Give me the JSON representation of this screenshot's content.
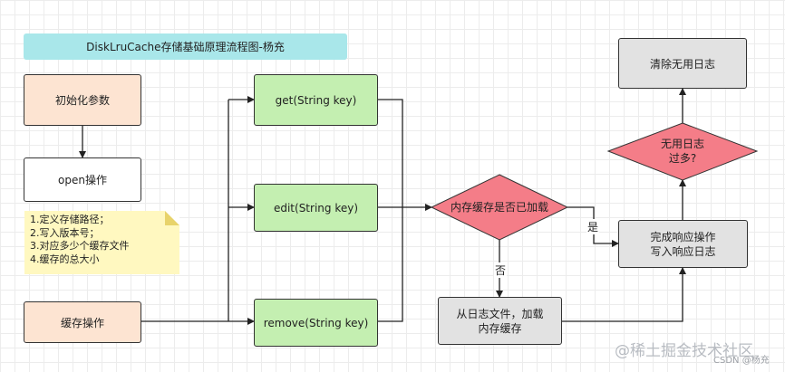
{
  "title": "DiskLruCache存储基础原理流程图-杨充",
  "nodes": {
    "init_params": "初始化参数",
    "open_op": "open操作",
    "cache_op": "缓存操作",
    "get": "get(String key)",
    "edit": "edit(String key)",
    "remove": "remove(String key)",
    "check_loaded": "内存缓存是否已加载",
    "load_from_log": [
      "从日志文件，加载",
      "内存缓存"
    ],
    "complete_response": [
      "完成响应操作",
      "写入响应日志"
    ],
    "too_many_logs": [
      "无用日志",
      "过多?"
    ],
    "clear_logs": "清除无用日志"
  },
  "note_lines": [
    "1.定义存储路径；",
    "2.写入版本号；",
    "3.对应多少个缓存文件",
    "4.缓存的总大小"
  ],
  "edge_labels": {
    "yes": "是",
    "no": "否"
  },
  "watermarks": {
    "main": "@稀土掘金技术社区",
    "csdn": "CSDN @杨充"
  },
  "colors": {
    "title_bg": "#a9e7ea",
    "peach": "#fde4d2",
    "green": "#c4efb1",
    "diamond": "#f47d88",
    "grey": "#e2e2e2",
    "note": "#fff8c0"
  }
}
